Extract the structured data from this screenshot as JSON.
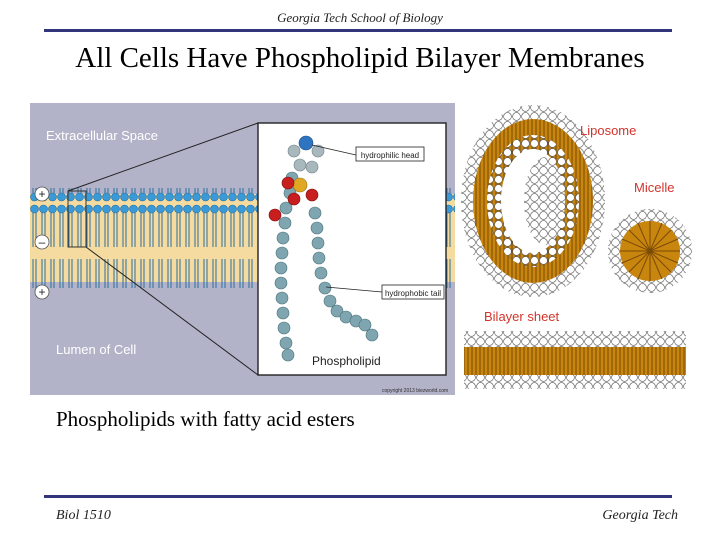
{
  "header": {
    "text": "Georgia Tech School of Biology"
  },
  "title": "All Cells Have Phospholipid Bilayer Membranes",
  "left_figure": {
    "extracellular_label": "Extracellular Space",
    "lumen_label": "Lumen of Cell",
    "hydrophilic_label": "hydrophilic head",
    "hydrophobic_label": "hydrophobic tail",
    "phospholipid_label": "Phospholipid",
    "charges": [
      "+",
      "–",
      "+"
    ],
    "copyright": "copyright 2013 biezworld.com"
  },
  "right_figure": {
    "liposome_label": "Liposome",
    "micelle_label": "Micelle",
    "bilayer_label": "Bilayer sheet",
    "label_color": "#d0342c"
  },
  "caption": "Phospholipids with fatty acid esters",
  "footer": {
    "left": "Biol 1510",
    "right": "Georgia Tech"
  },
  "colors": {
    "rule": "#33357a",
    "membrane_band": "#f6dba0",
    "head": "#3a9ad8",
    "figure_bg": "#b2b2c8"
  }
}
